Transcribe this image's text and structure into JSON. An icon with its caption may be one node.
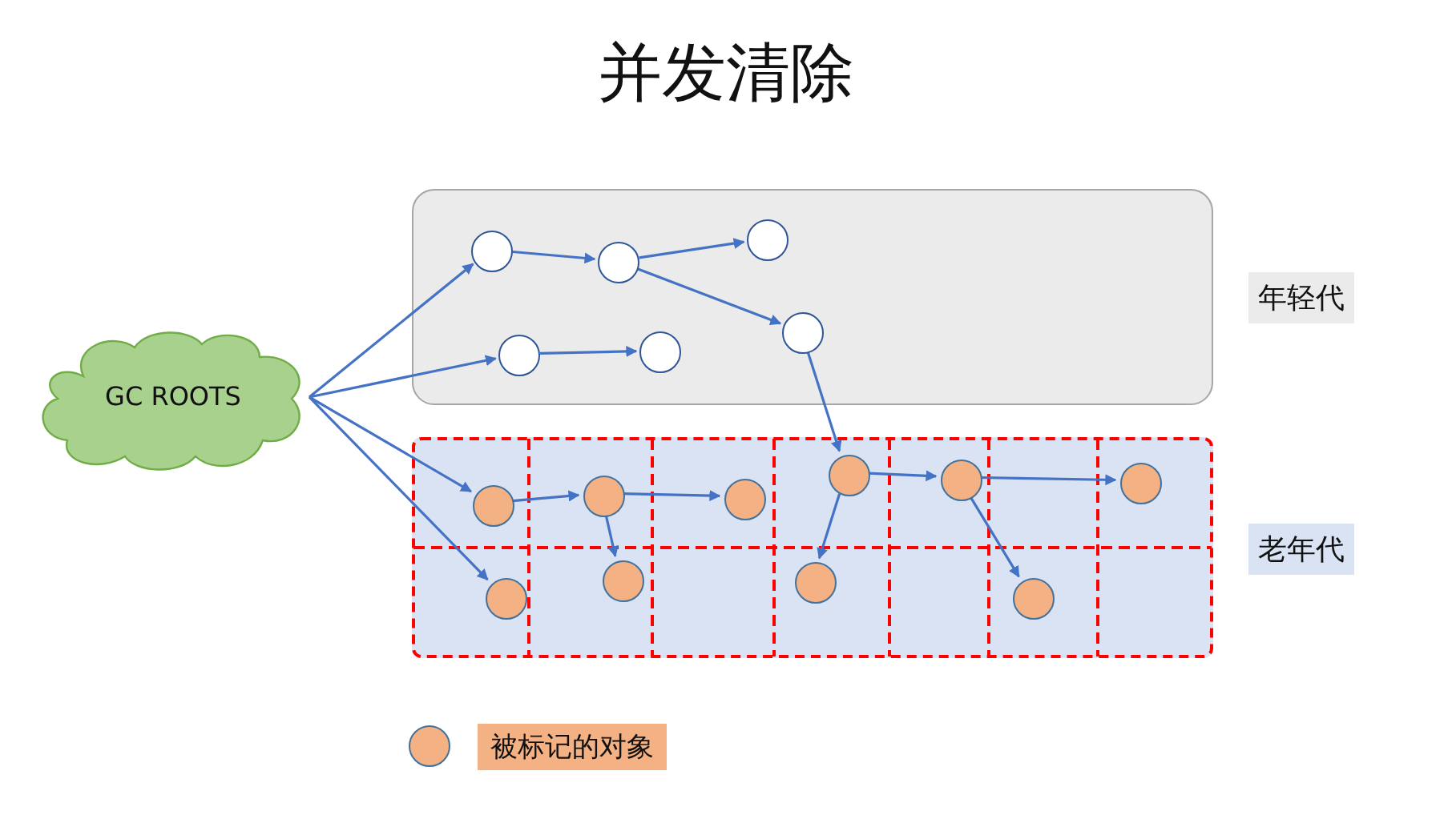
{
  "diagram": {
    "title": "并发清除",
    "nodes": [
      {
        "text": [
          "GC ROOTS"
        ]
      },
      {
        "text": [],
        "shape": "box"
      },
      {
        "text": [],
        "shape": "box"
      },
      {
        "text": [],
        "shape": "circle",
        "in": 1
      },
      {
        "text": [],
        "shape": "circle",
        "in": 1
      },
      {
        "text": [],
        "shape": "circle",
        "in": 1
      },
      {
        "text": [],
        "shape": "circle",
        "in": 1
      },
      {
        "text": [],
        "shape": "circle",
        "in": 1
      },
      {
        "text": [],
        "shape": "circle",
        "in": 1
      },
      {
        "text": [],
        "shape": "circle",
        "in": 2
      },
      {
        "text": [],
        "shape": "circle",
        "in": 2
      },
      {
        "text": [],
        "shape": "circle",
        "in": 2
      },
      {
        "text": [],
        "shape": "circle",
        "in": 2
      },
      {
        "text": [],
        "shape": "circle",
        "in": 2
      },
      {
        "text": [],
        "shape": "circle",
        "in": 2
      },
      {
        "text": [],
        "shape": "circle",
        "in": 2
      },
      {
        "text": [],
        "shape": "circle",
        "in": 2
      },
      {
        "text": [],
        "shape": "circle",
        "in": 2
      },
      {
        "text": [],
        "shape": "circle",
        "in": 2
      }
    ],
    "edges": [
      {
        "from": 0,
        "to": 3,
        "arrow": "to"
      },
      {
        "from": 0,
        "to": 6,
        "arrow": "to"
      },
      {
        "from": 0,
        "to": 9,
        "arrow": "to"
      },
      {
        "from": 0,
        "to": 12,
        "arrow": "to"
      },
      {
        "from": 3,
        "to": 4,
        "arrow": "to"
      },
      {
        "from": 4,
        "to": 5,
        "arrow": "to"
      },
      {
        "from": 4,
        "to": 8,
        "arrow": "to"
      },
      {
        "from": 6,
        "to": 7,
        "arrow": "to"
      },
      {
        "from": 8,
        "to": 14,
        "arrow": "to"
      },
      {
        "from": 9,
        "to": 10,
        "arrow": "to"
      },
      {
        "from": 10,
        "to": 11,
        "arrow": "to"
      },
      {
        "from": 10,
        "to": 13,
        "arrow": "to"
      },
      {
        "from": 14,
        "to": 15,
        "arrow": "to"
      },
      {
        "from": 14,
        "to": 17,
        "arrow": "to"
      },
      {
        "from": 15,
        "to": 16,
        "arrow": "to"
      },
      {
        "from": 15,
        "to": 18,
        "arrow": "to"
      }
    ],
    "labels": [
      "年轻代",
      "老年代"
    ],
    "legend": [
      {
        "text": "被标记的对象",
        "color": "#f4b183"
      }
    ]
  }
}
